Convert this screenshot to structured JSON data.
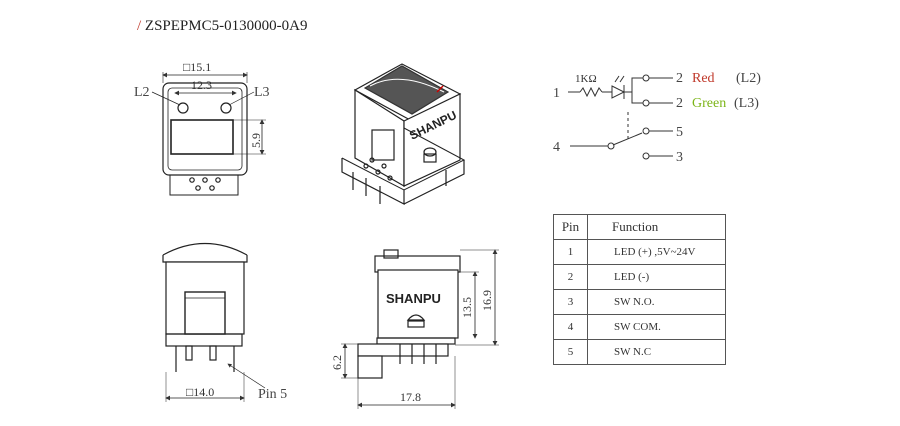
{
  "title": {
    "prefix": "/",
    "part_number": "ZSPEPMC5-0130000-0A9"
  },
  "top_view": {
    "outer_width": "□15.1",
    "led_spacing": "12.3",
    "height": "5.9",
    "left_led": "L2",
    "right_led": "L3"
  },
  "front_view": {
    "width": "□14.0",
    "pin_callout": "Pin 5"
  },
  "side_view": {
    "brand": "SHANPU",
    "height_inner": "13.5",
    "height_total": "16.9",
    "pin_length": "6.2",
    "depth": "17.8"
  },
  "iso_view": {
    "brand": "SHANPU"
  },
  "schematic": {
    "resistor": "1KΩ",
    "pin1": "1",
    "pin4": "4",
    "pin2_red": "2",
    "red_text": "Red",
    "red_led": "(L2)",
    "pin2_green": "2",
    "green_text": "Green",
    "green_led": "(L3)",
    "pin5": "5",
    "pin3": "3",
    "red_color": "#c0392b",
    "green_color": "#7cb518"
  },
  "pin_table": {
    "headers": [
      "Pin",
      "Function"
    ],
    "rows": [
      {
        "pin": "1",
        "function": "LED (+) ,5V~24V"
      },
      {
        "pin": "2",
        "function": "LED (-)"
      },
      {
        "pin": "3",
        "function": "SW N.O."
      },
      {
        "pin": "4",
        "function": "SW COM."
      },
      {
        "pin": "5",
        "function": "SW N.C"
      }
    ]
  }
}
